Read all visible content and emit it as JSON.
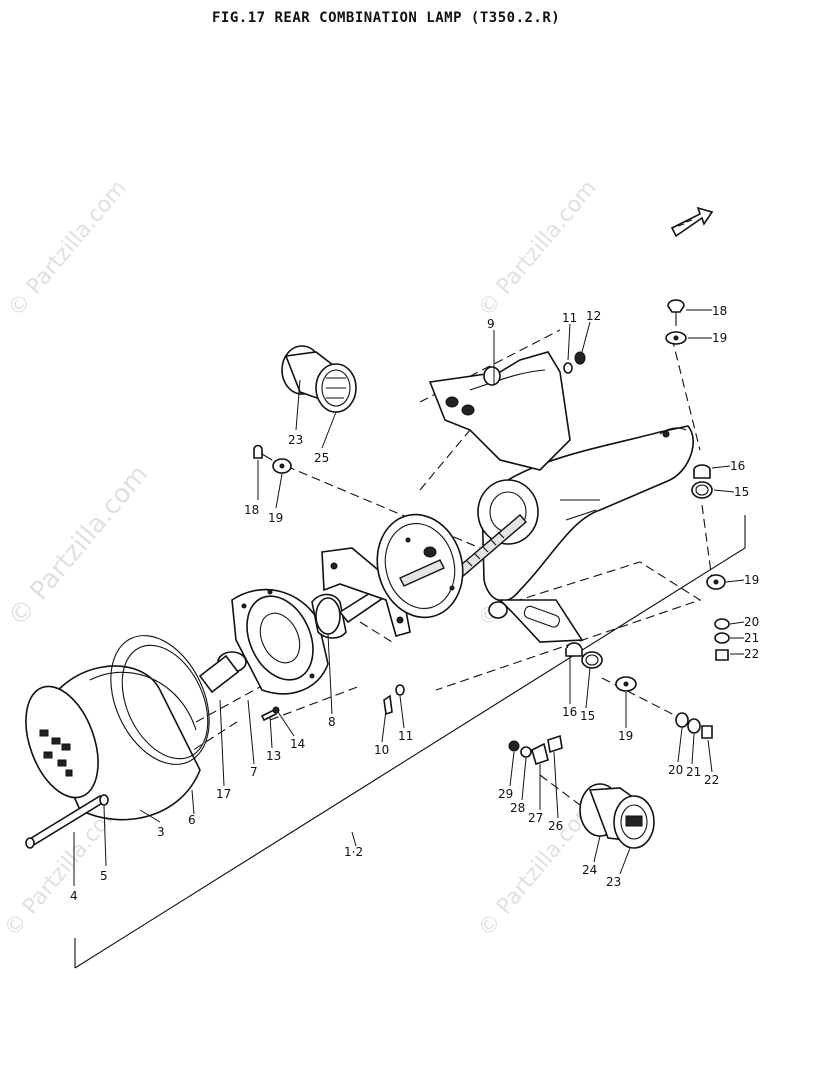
{
  "title": "FIG.17  REAR COMBINATION LAMP (T350.2.R)",
  "watermark": {
    "text": "© Partzilla.com"
  },
  "callouts": [
    {
      "id": "c1",
      "text": "1·2"
    },
    {
      "id": "c3",
      "text": "3"
    },
    {
      "id": "c4",
      "text": "4"
    },
    {
      "id": "c5",
      "text": "5"
    },
    {
      "id": "c6",
      "text": "6"
    },
    {
      "id": "c7",
      "text": "7"
    },
    {
      "id": "c8",
      "text": "8"
    },
    {
      "id": "c9",
      "text": "9"
    },
    {
      "id": "c10",
      "text": "10"
    },
    {
      "id": "c11a",
      "text": "11"
    },
    {
      "id": "c11b",
      "text": "11"
    },
    {
      "id": "c12",
      "text": "12"
    },
    {
      "id": "c13",
      "text": "13"
    },
    {
      "id": "c14",
      "text": "14"
    },
    {
      "id": "c15a",
      "text": "15"
    },
    {
      "id": "c15b",
      "text": "15"
    },
    {
      "id": "c16a",
      "text": "16"
    },
    {
      "id": "c16b",
      "text": "16"
    },
    {
      "id": "c17",
      "text": "17"
    },
    {
      "id": "c18a",
      "text": "18"
    },
    {
      "id": "c18b",
      "text": "18"
    },
    {
      "id": "c19a",
      "text": "19"
    },
    {
      "id": "c19b",
      "text": "19"
    },
    {
      "id": "c19c",
      "text": "19"
    },
    {
      "id": "c19d",
      "text": "19"
    },
    {
      "id": "c20a",
      "text": "20"
    },
    {
      "id": "c20b",
      "text": "20"
    },
    {
      "id": "c21a",
      "text": "21"
    },
    {
      "id": "c21b",
      "text": "21"
    },
    {
      "id": "c22a",
      "text": "22"
    },
    {
      "id": "c22b",
      "text": "22"
    },
    {
      "id": "c23a",
      "text": "23"
    },
    {
      "id": "c23b",
      "text": "23"
    },
    {
      "id": "c24",
      "text": "24"
    },
    {
      "id": "c25",
      "text": "25"
    },
    {
      "id": "c26",
      "text": "26"
    },
    {
      "id": "c27",
      "text": "27"
    },
    {
      "id": "c28",
      "text": "28"
    },
    {
      "id": "c29",
      "text": "29"
    }
  ]
}
